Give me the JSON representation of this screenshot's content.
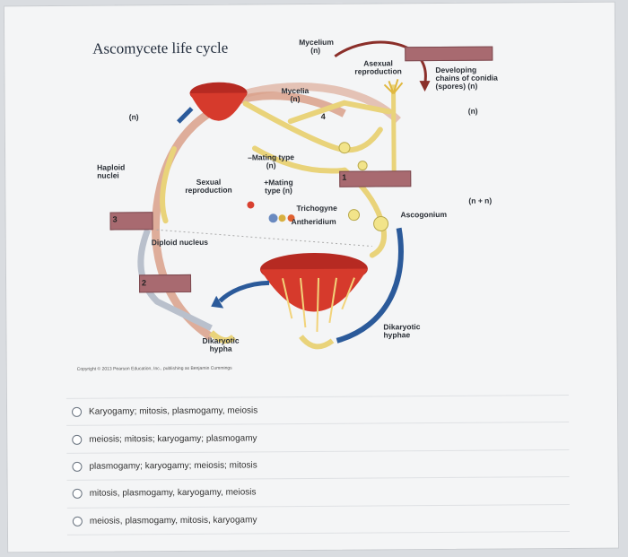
{
  "diagram": {
    "title": "Ascomycete life cycle",
    "labels": {
      "mycelium": "Mycelium",
      "mycelium_n": "(n)",
      "asexual_reproduction": "Asexual\nreproduction",
      "developing_conidia": "Developing\nchains of conidia\n(spores) (n)",
      "right_n": "(n)",
      "mycelia": "Mycelia\n(n)",
      "left_n": "(n)",
      "haploid_nuclei": "Haploid\nnuclei",
      "mating_minus": "–Mating type\n(n)",
      "mating_plus": "+Mating\ntype (n)",
      "sexual_reproduction": "Sexual\nreproduction",
      "n_plus_n": "(n + n)",
      "trichogyne": "Trichogyne",
      "antheridium": "Antheridium",
      "ascogonium": "Ascogonium",
      "diploid_nucleus": "Diploid nucleus",
      "dikaryotic_hyphae": "Dikaryotic\nhyphae",
      "dikaryotic_hypha": "Dikaryotic\nhypha",
      "num_1": "1",
      "num_2": "2",
      "num_3": "3",
      "num_4": "4",
      "copyright": "Copyright © 2013 Pearson Education, Inc., publishing as Benjamin Cummings"
    },
    "colors": {
      "cycle_arrow": "#d9a08a",
      "ascocarp": "#d63a2c",
      "hyphae": "#e9d37a",
      "dark_arrow": "#2b5a9a",
      "answer_box": "#a86a70"
    }
  },
  "options": [
    "Karyogamy; mitosis, plasmogamy, meiosis",
    "meiosis; mitosis; karyogamy; plasmogamy",
    "plasmogamy; karyogamy; meiosis; mitosis",
    "mitosis, plasmogamy, karyogamy, meiosis",
    "meiosis, plasmogamy, mitosis, karyogamy"
  ]
}
